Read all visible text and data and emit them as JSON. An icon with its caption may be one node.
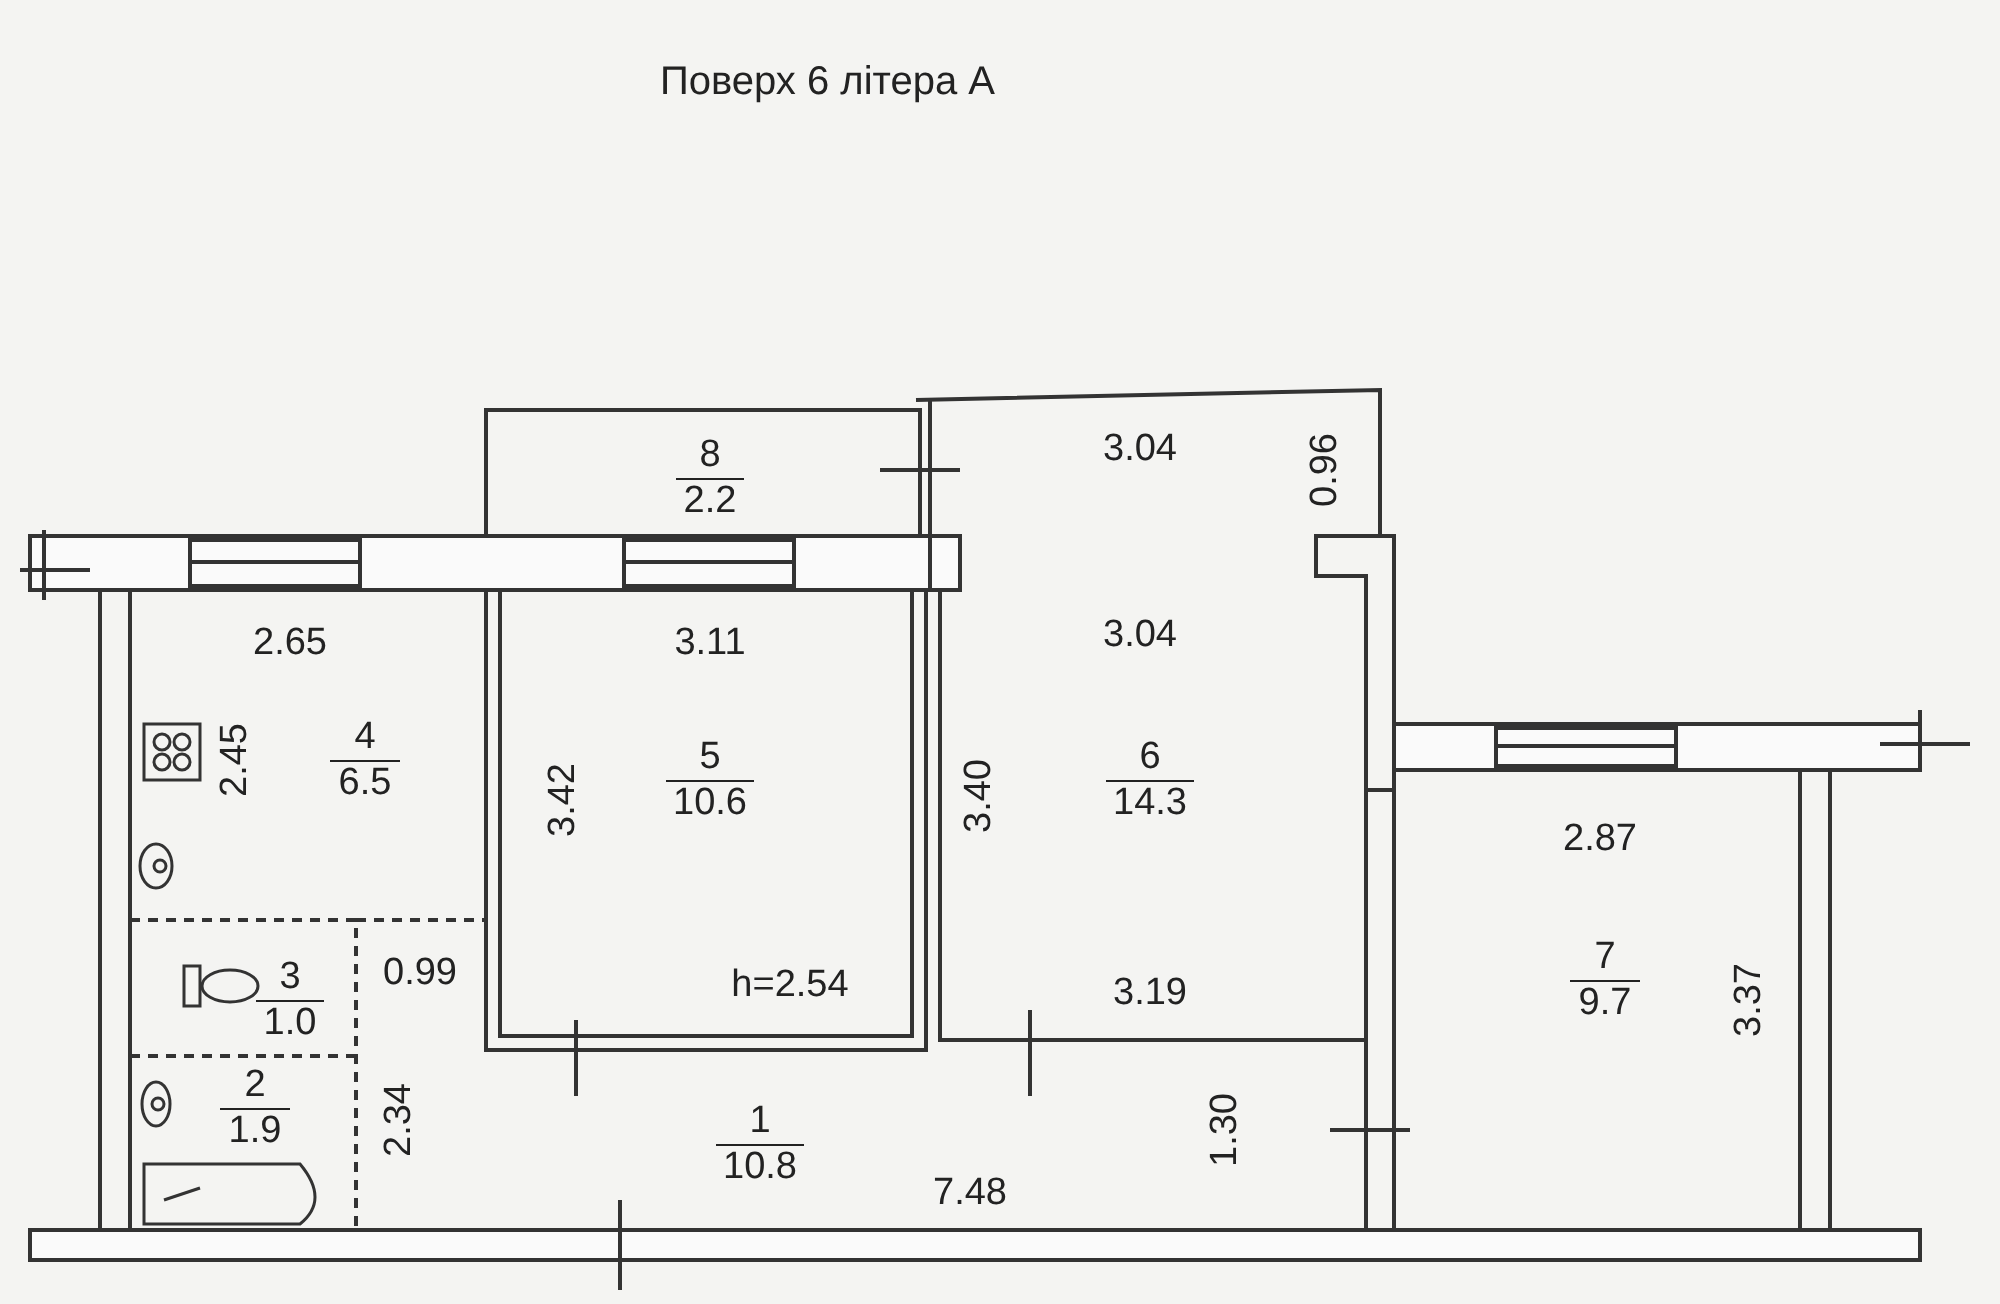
{
  "diagram": {
    "title": "Поверх 6 літера А",
    "nodes": [
      {
        "text": [
          "8",
          "2.2"
        ]
      },
      {
        "text": [
          "4",
          "6.5"
        ]
      },
      {
        "text": [
          "5",
          "10.6"
        ]
      },
      {
        "text": [
          "6",
          "14.3"
        ]
      },
      {
        "text": [
          "7",
          "9.7"
        ]
      },
      {
        "text": [
          "3",
          "1.0"
        ]
      },
      {
        "text": [
          "2",
          "1.9"
        ]
      },
      {
        "text": [
          "1",
          "10.8"
        ]
      }
    ],
    "labels": [
      "3.04",
      "0.96",
      "2.65",
      "3.11",
      "3.04",
      "2.45",
      "3.42",
      "3.40",
      "2.87",
      "0.99",
      "h=2.54",
      "3.19",
      "3.37",
      "2.34",
      "1.30",
      "7.48"
    ]
  }
}
